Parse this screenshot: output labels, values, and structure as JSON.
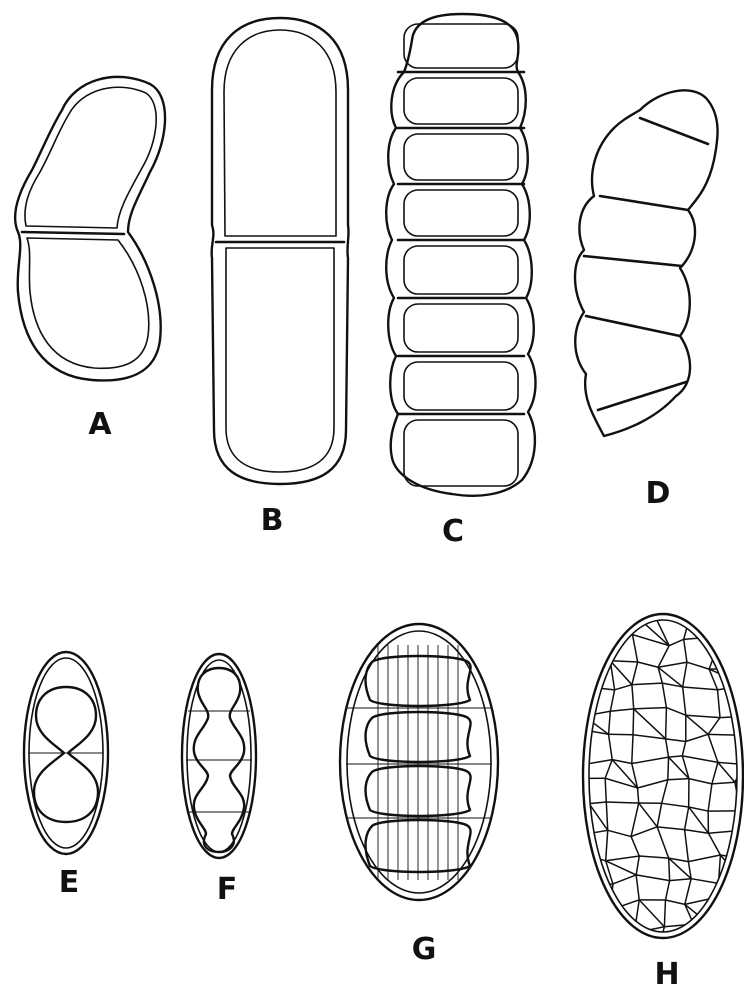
{
  "figure": {
    "labels": {
      "a": "A",
      "b": "B",
      "c": "C",
      "d": "D",
      "e": "E",
      "f": "F",
      "g": "G",
      "h": "H"
    }
  },
  "colors": {
    "ink": "#111111",
    "background": "#ffffff"
  }
}
